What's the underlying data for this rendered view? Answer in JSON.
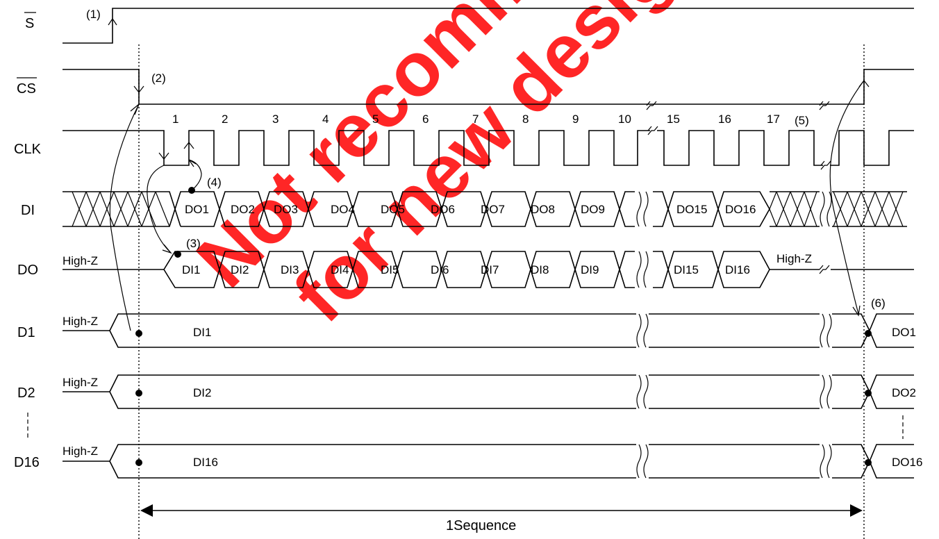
{
  "signals": {
    "s": "S",
    "cs": "CS",
    "clk": "CLK",
    "di": "DI",
    "do": "DO",
    "d1": "D1",
    "d2": "D2",
    "d16": "D16"
  },
  "annotations": {
    "a1": "(1)",
    "a2": "(2)",
    "a3": "(3)",
    "a4": "(4)",
    "a5": "(5)",
    "a6": "(6)"
  },
  "clock_numbers": [
    "1",
    "2",
    "3",
    "4",
    "5",
    "6",
    "7",
    "8",
    "9",
    "10",
    "15",
    "16",
    "17"
  ],
  "di_cells": [
    "DO1",
    "DO2",
    "DO3",
    "DO4",
    "DO5",
    "DO6",
    "DO7",
    "DO8",
    "DO9",
    "DO15",
    "DO16"
  ],
  "do_cells": [
    "DI1",
    "DI2",
    "DI3",
    "DI4",
    "DI5",
    "DI6",
    "DI7",
    "DI8",
    "DI9",
    "DI15",
    "DI16"
  ],
  "high_z": "High-Z",
  "outputs": {
    "d1_in": "DI1",
    "d1_out": "DO1",
    "d2_in": "DI2",
    "d2_out": "DO2",
    "d16_in": "DI16",
    "d16_out": "DO16"
  },
  "sequence_label": "1Sequence",
  "watermark": {
    "line1": "Not recommended",
    "line2": "for new design",
    "color": "#ff0000"
  }
}
